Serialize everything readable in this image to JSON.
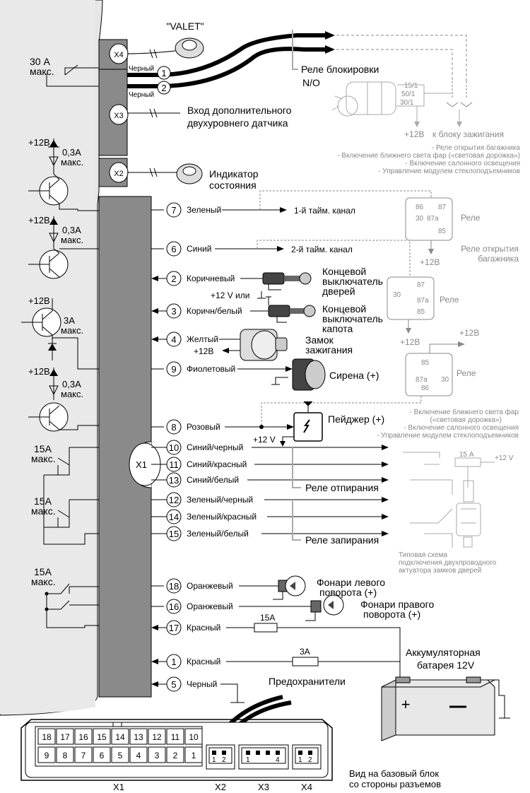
{
  "top": {
    "valet": "\"VALET\"",
    "x4": "X4",
    "x3": "X3",
    "x2": "X2",
    "black": "Черный",
    "pin1": "1",
    "pin2": "2",
    "relay_block": "Реле блокировки",
    "relay_no": "N/O",
    "relay_t1": "15/1",
    "relay_t2": "50/1",
    "relay_t3": "30/1",
    "plus12": "+12В",
    "to_ign": "к блоку зажигания",
    "aux_sensor_1": "Вход дополнительного",
    "aux_sensor_2": "двухуровнего датчика",
    "status_ind_1": "Индикатор",
    "status_ind_2": "состояния",
    "fuse30": "30 А",
    "fuse30_max": "макс."
  },
  "transistors": [
    {
      "v": "+12В",
      "i": "0,3А",
      "max": "макс."
    },
    {
      "v": "+12В",
      "i": "0,3А",
      "max": "макс."
    },
    {
      "v": "+12В",
      "i": "3А",
      "max": "макс."
    },
    {
      "v": "+12В",
      "i": "0,3А",
      "max": "макс."
    }
  ],
  "right_gray_top": [
    "- Реле открытия багажника",
    "- Включение ближнего света фар («световая дорожка»)",
    "- Включение салонного освещения",
    "- Управление модулем стеклоподъемников"
  ],
  "wires": [
    {
      "num": "7",
      "name": "Зеленый",
      "target": "1-й тайм. канал"
    },
    {
      "num": "6",
      "name": "Синий",
      "target": "2-й тайм. канал"
    },
    {
      "num": "2",
      "name": "Коричневый",
      "target": "Концевой выключатель дверей"
    },
    {
      "num": "3",
      "name": "Коричн/белый",
      "target": "Концевой выключатель капота"
    },
    {
      "num": "4",
      "name": "Желтый",
      "target": "Замок зажигания"
    },
    {
      "num": "9",
      "name": "Фиолетовый",
      "target": "Сирена (+)"
    },
    {
      "num": "8",
      "name": "Розовый",
      "target": "Пейджер (+)"
    },
    {
      "num": "10",
      "name": "Синий/черный"
    },
    {
      "num": "11",
      "name": "Синий/красный"
    },
    {
      "num": "13",
      "name": "Синий/белый"
    },
    {
      "num": "12",
      "name": "Зеленый/черный"
    },
    {
      "num": "14",
      "name": "Зеленый/красный"
    },
    {
      "num": "15",
      "name": "Зеленый/белый"
    },
    {
      "num": "18",
      "name": "Оранжевый"
    },
    {
      "num": "16",
      "name": "Оранжевый"
    },
    {
      "num": "17",
      "name": "Красный"
    },
    {
      "num": "1",
      "name": "Красный"
    },
    {
      "num": "5",
      "name": "Черный"
    }
  ],
  "labels": {
    "door_1": "Концевой",
    "door_2": "выключатель",
    "door_3": "дверей",
    "hood_1": "Концевой",
    "hood_2": "выключатель",
    "hood_3": "капота",
    "v12_or": "+12 V или",
    "ign_1": "Замок",
    "ign_2": "зажигания",
    "plus12b": "+12В",
    "pager_v": "+12 V",
    "x1": "X1",
    "relay": "Реле",
    "trunk_1": "Реле открытия",
    "trunk_2": "багажника",
    "unlock_relay": "Реле отпирания",
    "lock_relay": "Реле запирания",
    "fuse15a": "15А",
    "fuse15a_max": "макс.",
    "left_1": "Фонари левого",
    "left_2": "поворота (+)",
    "right_1": "Фонари правого",
    "right_2": "поворота (+)",
    "fuse_15a": "15А",
    "fuse_3a": "3А",
    "battery_1": "Аккумуляторная",
    "battery_2": "батарея  12V",
    "fuses": "Предохранители",
    "actuator_15a": "15 А",
    "actuator_v": "+12 V",
    "typical_1": "Типовая схема",
    "typical_2": "подключения двухпроводного",
    "typical_3": "актуатора замков дверей",
    "view_1": "Вид на базовый блок",
    "view_2": "со стороны разъемов",
    "bx1": "X1",
    "bx2": "X2",
    "bx3": "X3",
    "bx4": "X4"
  },
  "right_gray_bottom": [
    "- Включение ближнего света фар",
    "(«световая дорожка»)",
    "- Включение салонного освещения",
    "- Управление модулем стеклоподъемников"
  ],
  "relay_pins": [
    "86",
    "87",
    "87a",
    "30",
    "85"
  ],
  "connector_x1_top": [
    "18",
    "17",
    "16",
    "15",
    "14",
    "13",
    "12",
    "11",
    "10"
  ],
  "connector_x1_bottom": [
    "9",
    "8",
    "7",
    "6",
    "5",
    "4",
    "3",
    "2",
    "1"
  ],
  "connector_x2": [
    "1",
    "2"
  ],
  "connector_x3": [
    "1",
    "4"
  ],
  "connector_x4": [
    "1",
    "2"
  ],
  "fuse_pins": [
    "1",
    "2"
  ]
}
